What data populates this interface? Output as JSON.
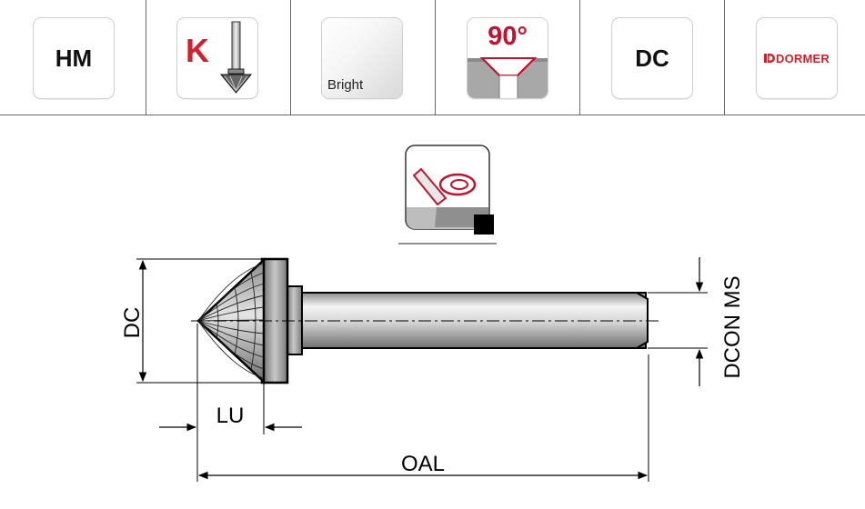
{
  "header": {
    "material": "HM",
    "shape_letter": "K",
    "finish": "Bright",
    "angle": "90°",
    "dc": "DC",
    "brand": "DORMER"
  },
  "dimensions": {
    "dc": "DC",
    "lu": "LU",
    "oal": "OAL",
    "dcon": "DCON MS"
  },
  "colors": {
    "brand_red": "#d3202b",
    "accent_red": "#c8102e",
    "line": "#000000"
  }
}
